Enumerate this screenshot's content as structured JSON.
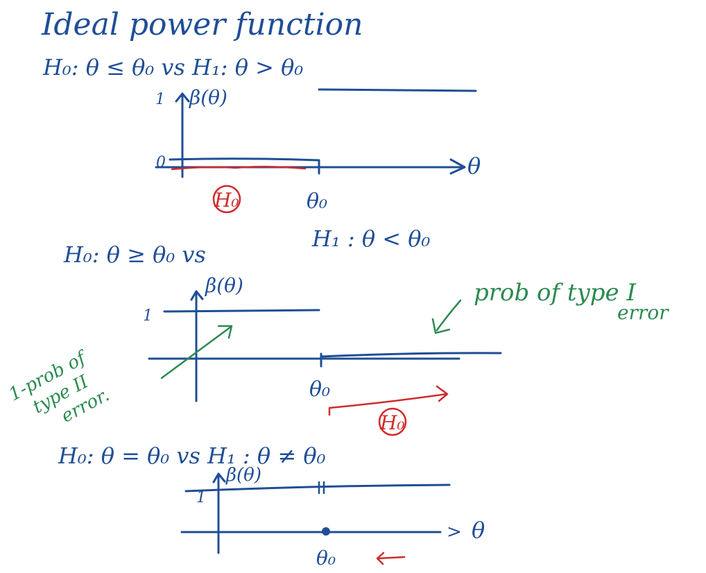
{
  "title": "Ideal power function",
  "colors": {
    "blue": "#1f4e96",
    "red": "#cf2b2b",
    "green": "#2b8a4f"
  },
  "panel1": {
    "hypothesis": "H₀: θ ≤ θ₀   vs   H₁: θ > θ₀",
    "y_label": "β(θ)",
    "y_tick_one": "1",
    "y_tick_zero": "0",
    "x_label": "θ",
    "theta0_label": "θ₀",
    "h0_region_label": "H₀"
  },
  "panel2": {
    "hypothesis_left": "H₀: θ ≥ θ₀   vs",
    "hypothesis_right": "H₁ :  θ < θ₀",
    "y_label": "β(θ)",
    "y_tick_one": "1",
    "theta0_label": "θ₀",
    "h0_region_label": "H₀",
    "note_type1_line1": "prob of type I",
    "note_type1_line2": "error",
    "note_type2_line1": "1-prob of",
    "note_type2_line2": "type II",
    "note_type2_line3": "error."
  },
  "panel3": {
    "hypothesis": "H₀: θ = θ₀   vs  H₁ : θ ≠ θ₀",
    "y_label": "β(θ)",
    "y_tick_one": "1",
    "x_label": "θ",
    "theta0_label": "θ₀"
  }
}
